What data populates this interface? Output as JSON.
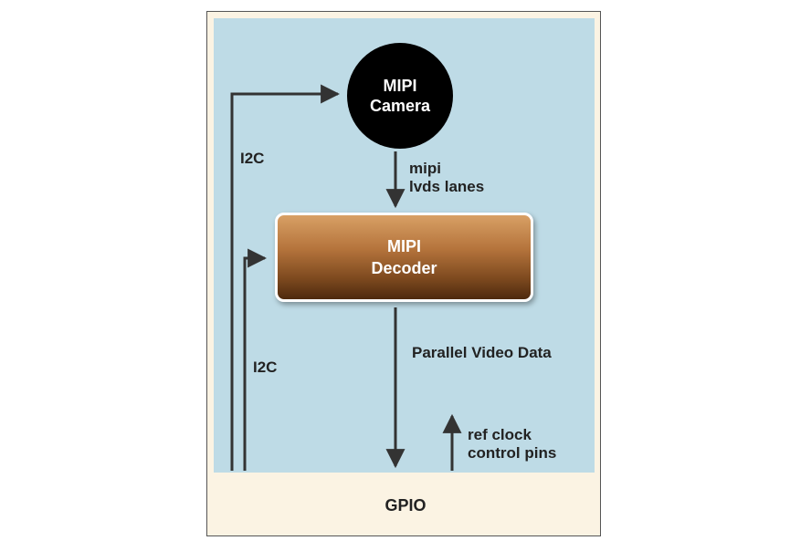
{
  "nodes": {
    "camera": "MIPI\nCamera",
    "decoder": "MIPI\nDecoder",
    "gpio": "GPIO"
  },
  "labels": {
    "i2c_camera": "I2C",
    "i2c_decoder": "I2C",
    "mipi_lanes": "mipi\nlvds lanes",
    "parallel_video": "Parallel Video Data",
    "ref_clock": "ref clock\ncontrol pins"
  },
  "colors": {
    "panel_blue": "#bedbe6",
    "frame_cream": "#fbf3e3",
    "decoder_brown": "#7e4a1f",
    "camera_black": "#000000",
    "wire": "#333333"
  }
}
